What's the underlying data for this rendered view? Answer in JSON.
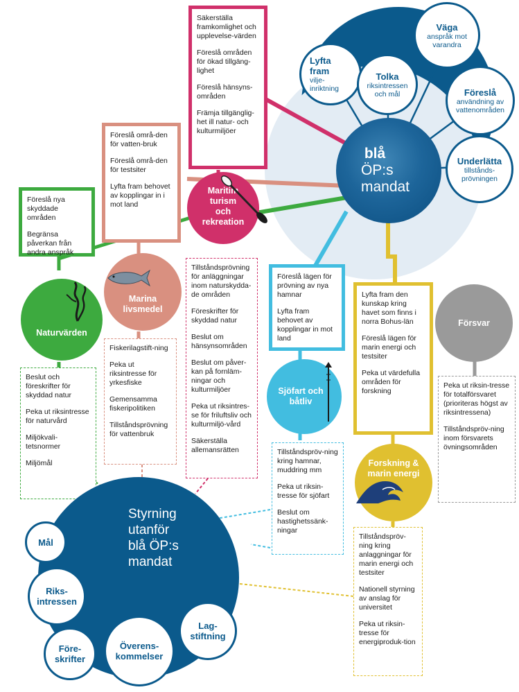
{
  "center": {
    "title": "blå",
    "subtitle": "ÖP:s\nmandat"
  },
  "mandate_tasks": [
    {
      "title": "Väga",
      "text": "anspråk mot\nvarandra"
    },
    {
      "title": "Lyfta\nfram",
      "text": "vilje-\ninriktning"
    },
    {
      "title": "Tolka",
      "text": "riksintressen\noch mål"
    },
    {
      "title": "Föreslå",
      "text": "användning av\nvattenområden"
    },
    {
      "title": "Underlätta",
      "text": "tillstånds-\nprövningen"
    }
  ],
  "themes": {
    "maritim": {
      "label": "Maritim\nturism\noch\nrekreation",
      "color_a": "#d0306a",
      "color_b": "#d99080",
      "top_a": [
        "Säkerställa framkomlighet och upplevelse-värden",
        "Föreslå områden för ökad tillgäng-lighet",
        "Föreslå hänsyns-områden",
        "Främja tillgänglig-het ill natur- och kulturmiljöer"
      ],
      "top_b": [
        "Föreslå områ-den för vatten-bruk",
        "Föreslå områ-den för testsiter",
        "Lyfta fram behovet av kopplingar in i mot land"
      ],
      "bottom": [
        "Tillståndsprövning för anläggningar inom naturskydda-de områden",
        "Föreskrifter för skyddad natur",
        "Beslut om hänsynsområden",
        "Beslut om påver-kan på fornläm-ningar  och kulturmiljöer",
        "Peka ut riksintres-se för friluftsliv och kulturmiljö-vård",
        "Säkerställa allemansrätten"
      ]
    },
    "natur": {
      "label": "Naturvärden",
      "color": "#3daa3f",
      "top": [
        "Föreslå nya skyddade områden",
        "Begränsa påverkan från andra anspråk"
      ],
      "bottom": [
        "Beslut och föreskrifter för skyddad natur",
        "Peka ut riksintresse för naturvård",
        "Miljökvali-tetsnormer",
        "Miljömål"
      ]
    },
    "livsmedel": {
      "label": "Marina\nlivsmedel",
      "color": "#d99080",
      "bottom": [
        "Fiskerilagstift-ning",
        "Peka ut riksintresse för yrkesfiske",
        "Gemensamma fiskeripolitiken",
        "Tillståndsprövning för vattenbruk"
      ]
    },
    "sjofart": {
      "label": "Sjöfart och\nbåtliv",
      "color": "#42bde0",
      "top": [
        "Föreslå lägen för prövning av nya hamnar",
        "Lyfta fram behovet av kopplingar in mot land"
      ],
      "bottom": [
        "Tillståndspröv-ning kring hamnar, muddring mm",
        "Peka ut riksin-tresse för sjöfart",
        "Beslut om hastighetssänk-ningar"
      ]
    },
    "forskning": {
      "label": "Forskning &\nmarin energi",
      "color": "#e0c030",
      "top": [
        "Lyfta fram den kunskap kring havet som finns i norra Bohus-län",
        "Föreslå lägen för marin energi och testsiter",
        "Peka ut värdefulla områden för forskning"
      ],
      "bottom": [
        "Tillståndspröv-ning kring anlaggningar för marin energi och testsiter",
        "Nationell styrning av anslag för universitet",
        "Peka ut riksin-tresse för energiproduk-tion"
      ]
    },
    "forsvar": {
      "label": "Försvar",
      "color": "#9a9a9a",
      "bottom": [
        "Peka ut riksin-tresse för totalförsvaret (prioriteras högst av riksintressena)",
        "Tillståndspröv-ning inom försvarets övningsområden"
      ]
    }
  },
  "outside": {
    "title": "Styrning\nutanför\nblå ÖP:s\nmandat",
    "items": [
      "Mål",
      "Riks-\nintressen",
      "Före-\nskrifter",
      "Överens-\nkommelser",
      "Lag-\nstiftning"
    ]
  },
  "colors": {
    "dark_blue": "#0b5a8c",
    "light_ring": "#e3ecf4"
  }
}
